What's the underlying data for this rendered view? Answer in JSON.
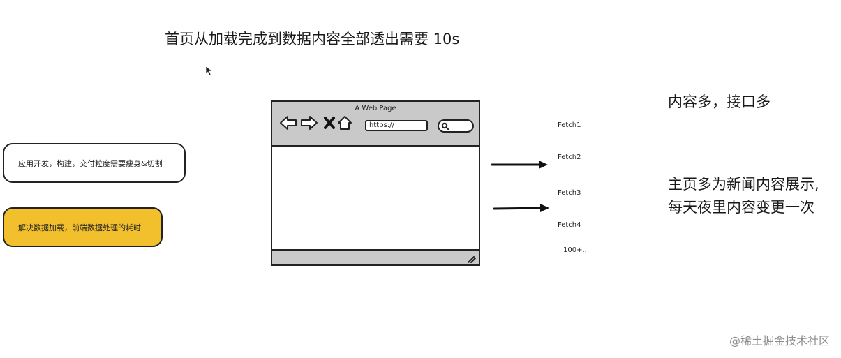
{
  "title": "首页从加载完成到数据内容全部透出需要 10s",
  "left_boxes": {
    "white_text": "应用开发，构建，交付粒度需要瘦身&切割",
    "yellow_text": "解决数据加载，前端数据处理的耗时"
  },
  "browser": {
    "page_title": "A Web Page",
    "url": "https://"
  },
  "fetch": {
    "f1": "Fetch1",
    "f2": "Fetch2",
    "f3": "Fetch3",
    "f4": "Fetch4",
    "more": "100+..."
  },
  "notes": {
    "note1": "内容多，接口多",
    "note2_line1": "主页多为新闻内容展示,",
    "note2_line2": "每天夜里内容变更一次"
  },
  "watermark": "@稀土掘金技术社区",
  "colors": {
    "highlight_box": "#f2c02c",
    "browser_chrome": "#c9c9c9",
    "line": "#222222"
  }
}
